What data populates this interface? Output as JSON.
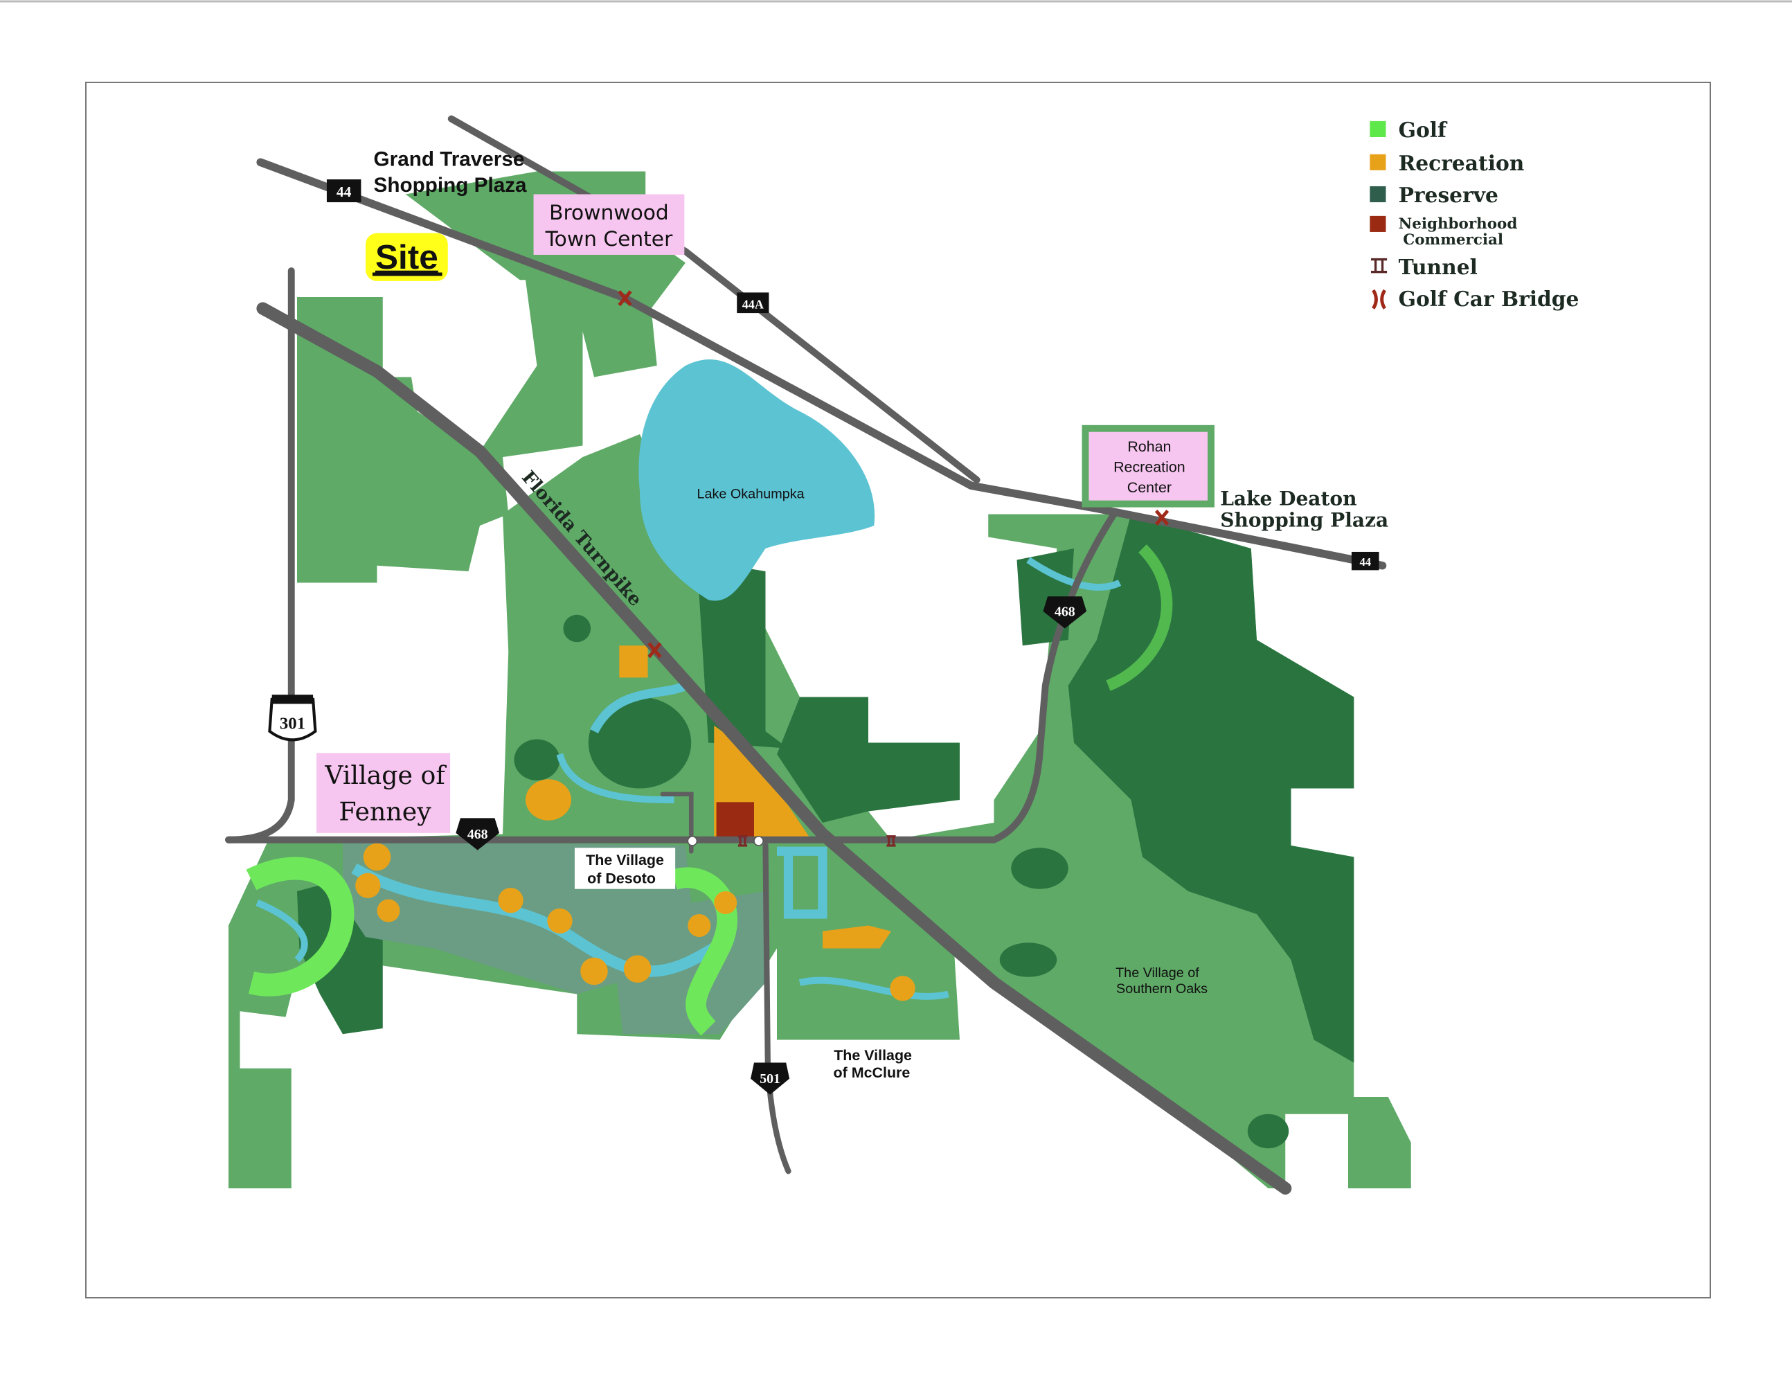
{
  "legend": {
    "items": [
      {
        "label": "Golf",
        "color": "#5ee84a",
        "symbol": "square"
      },
      {
        "label": "Recreation",
        "color": "#e8a21a",
        "symbol": "square"
      },
      {
        "label": "Preserve",
        "color": "#2f5e4c",
        "symbol": "square"
      },
      {
        "label": "Neighborhood",
        "label2": "Commercial",
        "color": "#9a2a12",
        "symbol": "square"
      },
      {
        "label": "Tunnel",
        "symbol": "tunnel-icon"
      },
      {
        "label": "Golf Car Bridge",
        "symbol": "bridge-icon"
      }
    ]
  },
  "colors": {
    "community": "#5faa67",
    "preserve": "#2a7440",
    "water": "#5cc3d3",
    "road": "#5f5f5f",
    "golf": "#6ee85a",
    "recreation": "#e8a21a",
    "commercial": "#9a2a12",
    "pink": "#f7c6f0",
    "site": "#ffff1a"
  },
  "labels": {
    "grand_traverse_1": "Grand Traverse",
    "grand_traverse_2": "Shopping Plaza",
    "site": "Site",
    "brownwood_1": "Brownwood",
    "brownwood_2": "Town Center",
    "lake": "Lake Okahumpka",
    "turnpike": "Florida Turnpike",
    "rohan_1": "Rohan",
    "rohan_2": "Recreation",
    "rohan_3": "Center",
    "deaton_1": "Lake Deaton",
    "deaton_2": "Shopping Plaza",
    "fenney_1": "Village of",
    "fenney_2": "Fenney",
    "desoto_1": "The Village",
    "desoto_2": "of Desoto",
    "mcclure_1": "The Village",
    "mcclure_2": "of McClure",
    "southern_oaks_1": "The Village of",
    "southern_oaks_2": "Southern Oaks"
  },
  "shields": {
    "sr44_west": "44",
    "sr44a": "44A",
    "sr44_east": "44",
    "cr468_east": "468",
    "us301": "301",
    "cr468_west": "468",
    "cr501": "501"
  }
}
